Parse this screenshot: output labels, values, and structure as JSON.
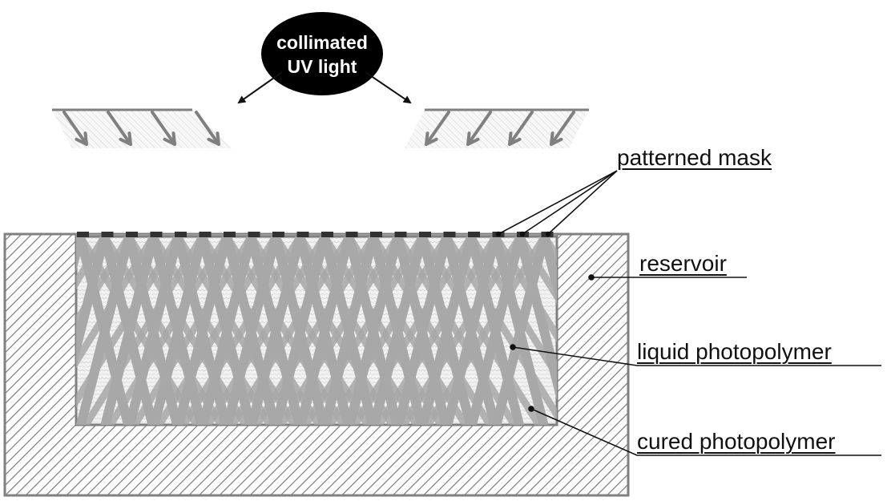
{
  "uv_source": {
    "line1": "collimated",
    "line2": "UV light"
  },
  "labels": {
    "mask": "patterned mask",
    "reservoir": "reservoir",
    "liquid": "liquid photopolymer",
    "cured": "cured photopolymer"
  },
  "colors": {
    "bubble": "#000000",
    "outline": "#808080",
    "cured_strut": "#a8a8a8",
    "mask_segment": "#333333",
    "arrow": "#808080"
  }
}
